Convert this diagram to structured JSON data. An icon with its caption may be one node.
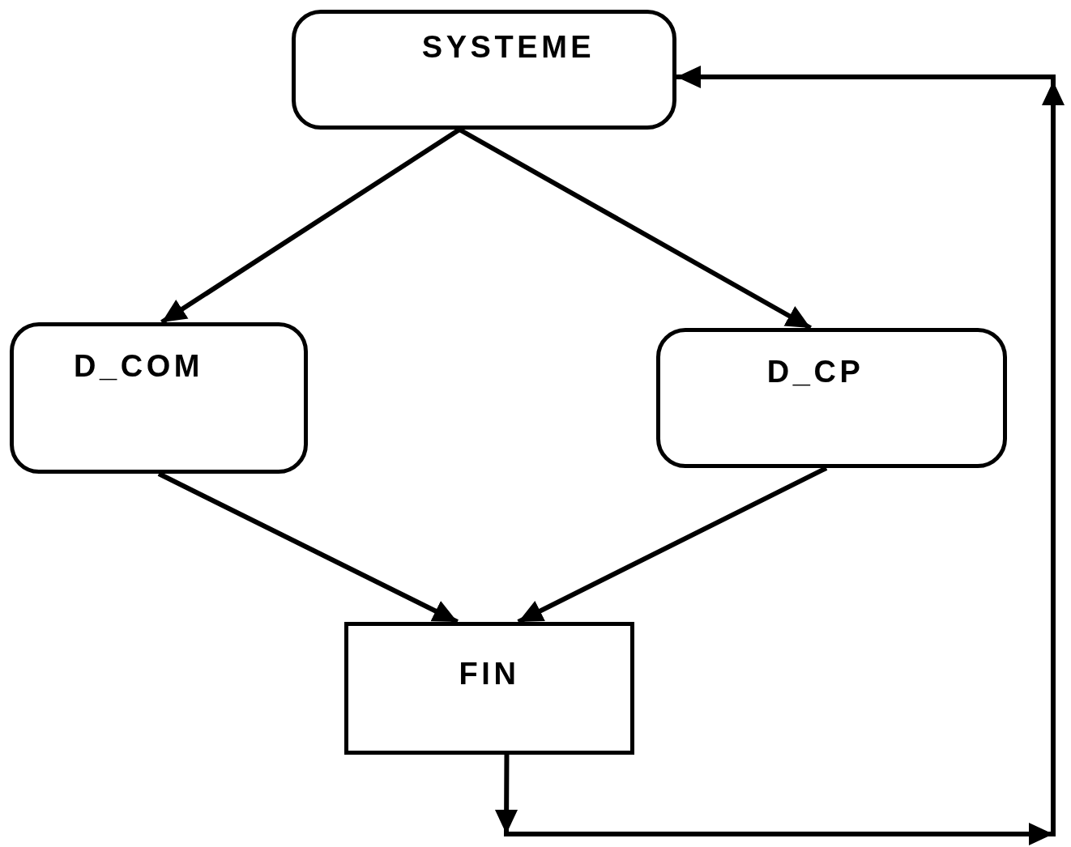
{
  "diagram": {
    "nodes": [
      {
        "text": [
          "SYSTEME"
        ]
      },
      {
        "text": [
          "D_COM"
        ]
      },
      {
        "text": [
          "D_CP"
        ]
      },
      {
        "text": [
          "FIN"
        ]
      }
    ],
    "edges": [
      {
        "from": 0,
        "to": 1,
        "arrow": "to"
      },
      {
        "from": 0,
        "to": 2,
        "arrow": "to"
      },
      {
        "from": 1,
        "to": 3,
        "arrow": "to"
      },
      {
        "from": 2,
        "to": 3,
        "arrow": "to"
      },
      {
        "from": 3,
        "to": 0,
        "arrow": "to"
      }
    ]
  }
}
